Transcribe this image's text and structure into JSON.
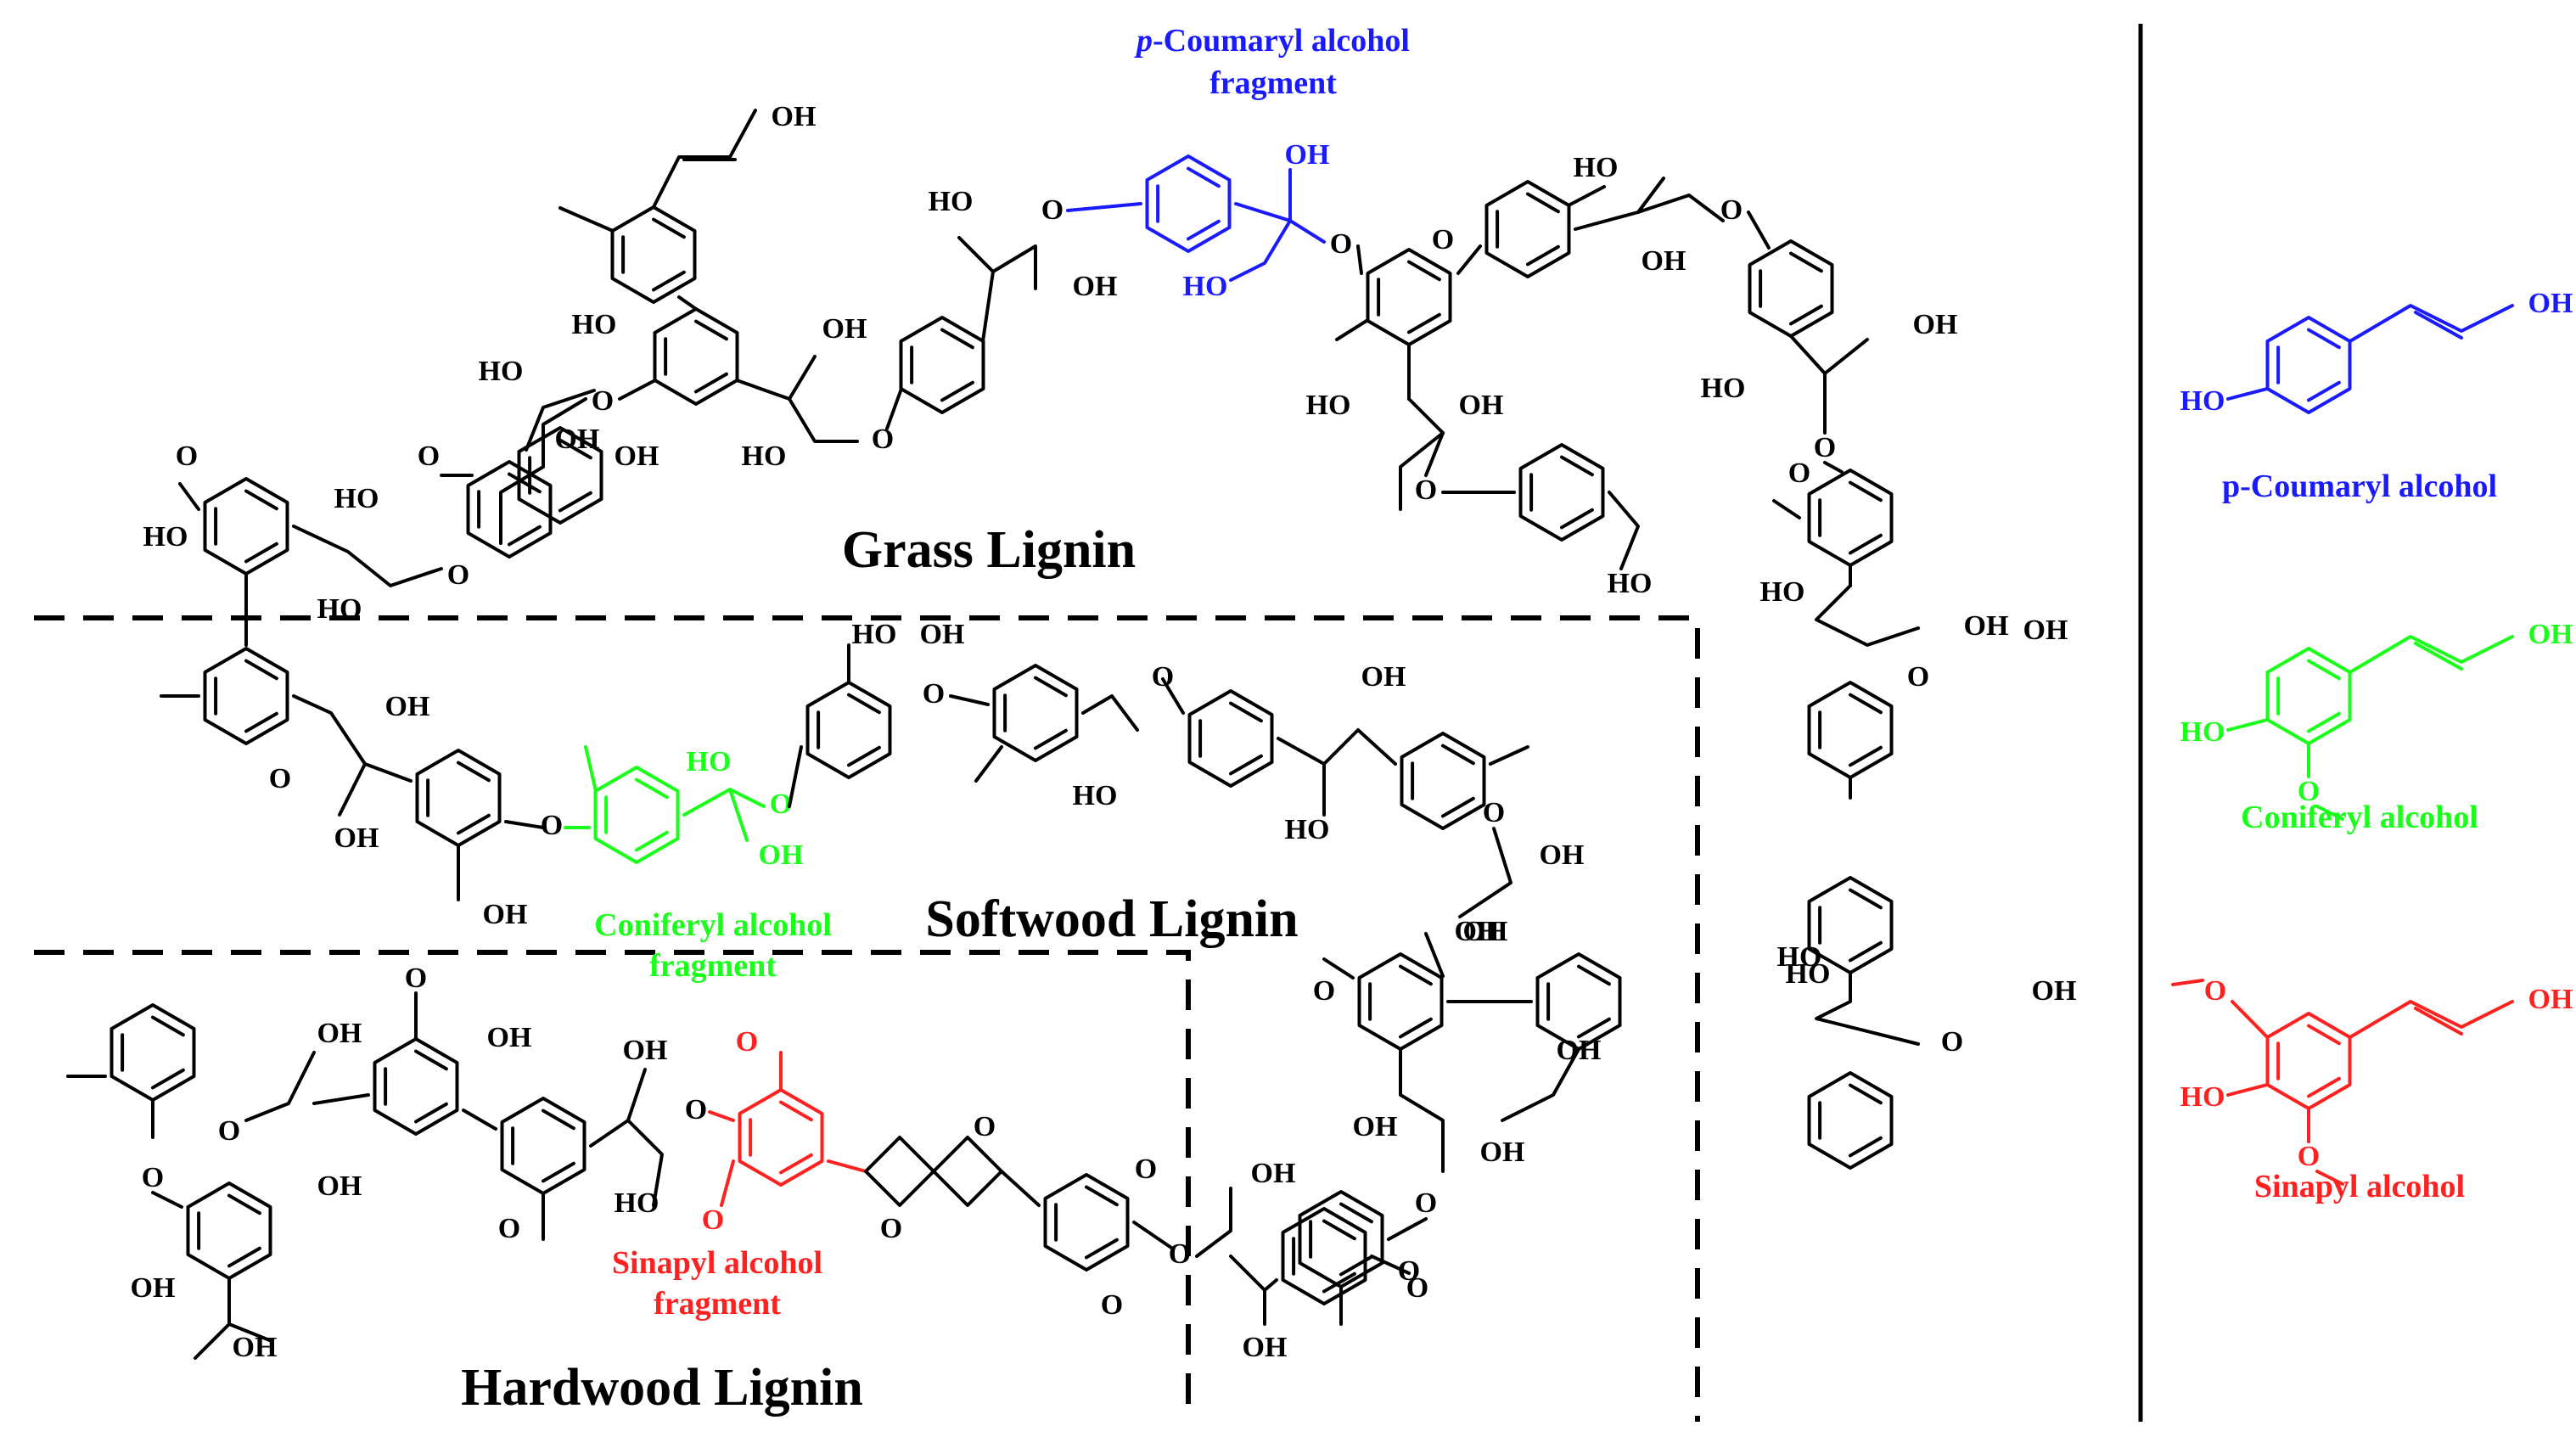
{
  "colors": {
    "black": "#000000",
    "coumaryl": "#1a1aff",
    "coniferyl": "#1aff1a",
    "sinapyl": "#ff2020"
  },
  "regions": {
    "grass": "Grass Lignin",
    "softwood": "Softwood Lignin",
    "hardwood": "Hardwood Lignin"
  },
  "fragments": {
    "coumaryl_italic": "p",
    "coumaryl_line1": "-Coumaryl alcohol",
    "coumaryl_line2": "fragment",
    "coniferyl_line1": "Coniferyl alcohol",
    "coniferyl_line2": "fragment",
    "sinapyl_line1": "Sinapyl alcohol",
    "sinapyl_line2": "fragment"
  },
  "monomers": {
    "coumaryl": "p-Coumaryl alcohol",
    "coniferyl": "Coniferyl alcohol",
    "sinapyl": "Sinapyl alcohol"
  },
  "atom_labels": {
    "oh": "OH",
    "ho": "HO",
    "o": "O"
  }
}
